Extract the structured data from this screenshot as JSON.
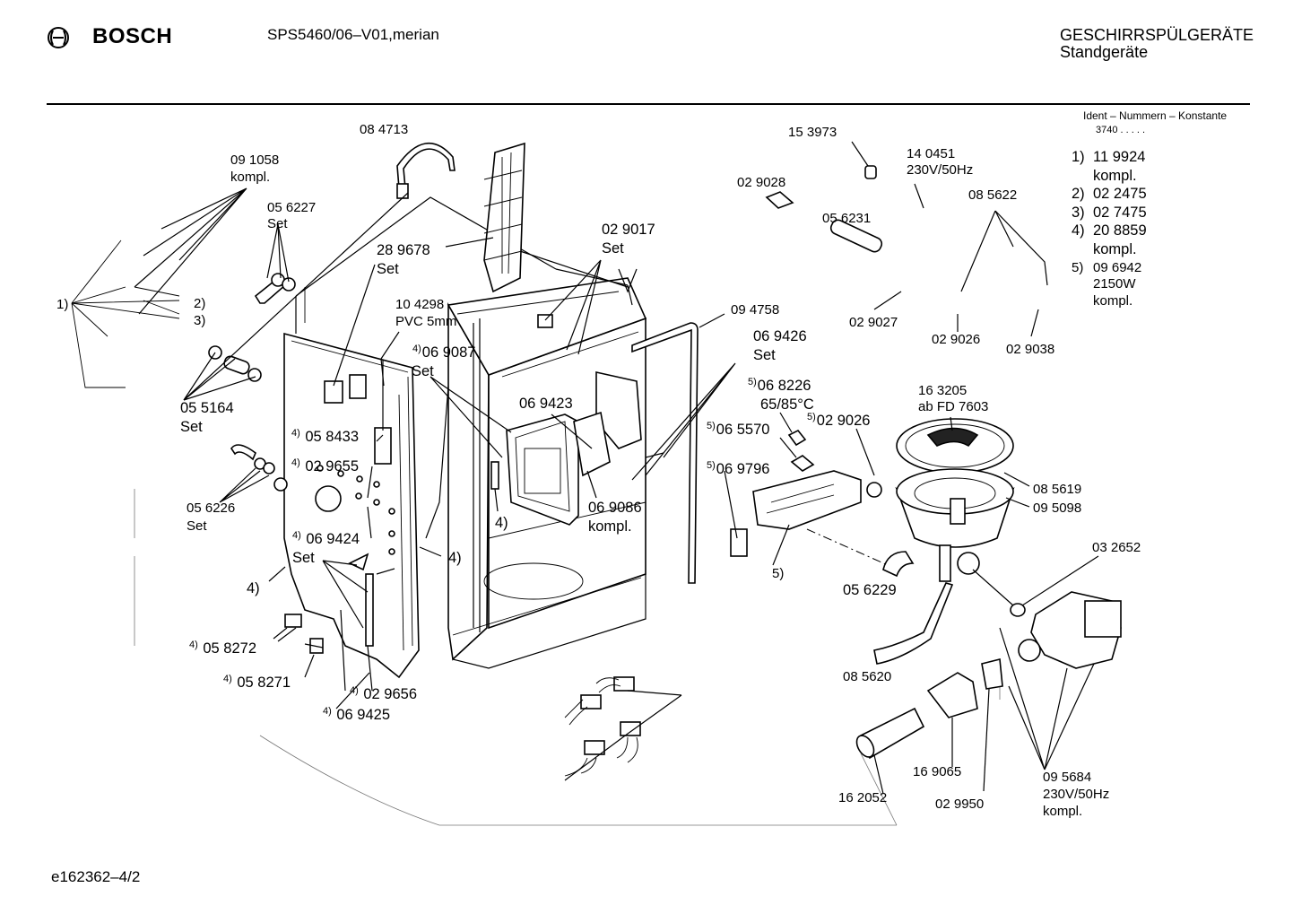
{
  "header": {
    "brand": "BOSCH",
    "model": "SPS5460/06–V01,merian",
    "category": "GESCHIRRSPÜLGERÄTE",
    "subcategory": "Standgeräte"
  },
  "ident": {
    "title": "Ident – Nummern – Konstante",
    "value": "3740  .  .  .  .  ."
  },
  "constants": [
    {
      "key": "1)",
      "code": "11 9924",
      "note": "kompl."
    },
    {
      "key": "2)",
      "code": "02 2475",
      "note": ""
    },
    {
      "key": "3)",
      "code": "02 7475",
      "note": ""
    },
    {
      "key": "4)",
      "code": "20 8859",
      "note": "kompl."
    },
    {
      "key": "5)",
      "code": "09 6942",
      "note": "2150W",
      "note2": "kompl."
    }
  ],
  "labels": {
    "p084713": "08 4713",
    "p091058": "09 1058",
    "p091058_note": "kompl.",
    "p056227": "05 6227",
    "p056227_note": "Set",
    "p289678": "28 9678",
    "p289678_note": "Set",
    "p104298": "10 4298",
    "p104298_note": "PVC 5mm",
    "p069087": "06 9087",
    "p069087_note": "Set",
    "p069087_sup": "4)",
    "p029017": "02 9017",
    "p029017_note": "Set",
    "p153973": "15 3973",
    "p029028": "02 9028",
    "p140451": "14 0451",
    "p140451_note": "230V/50Hz",
    "p056231": "05 6231",
    "p085622": "08 5622",
    "p094758": "09 4758",
    "p069426": "06 9426",
    "p069426_note": "Set",
    "p029027": "02 9027",
    "p029026a": "02 9026",
    "p029038": "02 9038",
    "left_ref_1": "1)",
    "left_ref_2": "2)",
    "left_ref_3": "3)",
    "p055164": "05 5164",
    "p055164_note": "Set",
    "p058433": "05 8433",
    "p058433_sup": "4)",
    "p029655": "02 9655",
    "p029655_sup": "4)",
    "p069423": "06 9423",
    "p068226": "06 8226",
    "p068226_sup": "5)",
    "p068226_note": "65/85°C",
    "p029026b": "02 9026",
    "p029026b_sup": "5)",
    "p065570": "06 5570",
    "p065570_sup": "5)",
    "p069796": "06 9796",
    "p069796_sup": "5)",
    "p163205": "16 3205",
    "p163205_note": "ab FD 7603",
    "p085619": "08 5619",
    "p095098": "09 5098",
    "p056226": "05 6226",
    "p056226_note": "Set",
    "p069424": "06 9424",
    "p069424_sup": "4)",
    "p069424_note": "Set",
    "ref4_left": "4)",
    "ref4_mid": "4)",
    "ref4_tub": "4)",
    "p069086": "06 9086",
    "p069086_note": "kompl.",
    "ref5_pump": "5)",
    "p056229": "05 6229",
    "p032652": "03 2652",
    "p058272": "05 8272",
    "p058272_sup": "4)",
    "p058271": "05 8271",
    "p058271_sup": "4)",
    "p029656": "02 9656",
    "p029656_sup": "4)",
    "p069425": "06 9425",
    "p069425_sup": "4)",
    "p085620": "08 5620",
    "p169065": "16 9065",
    "p029950": "02 9950",
    "p162052": "16 2052",
    "p095684": "09 5684",
    "p095684_note": "230V/50Hz",
    "p095684_note2": "kompl."
  },
  "footer": {
    "doc_id": "e162362–4/2"
  }
}
